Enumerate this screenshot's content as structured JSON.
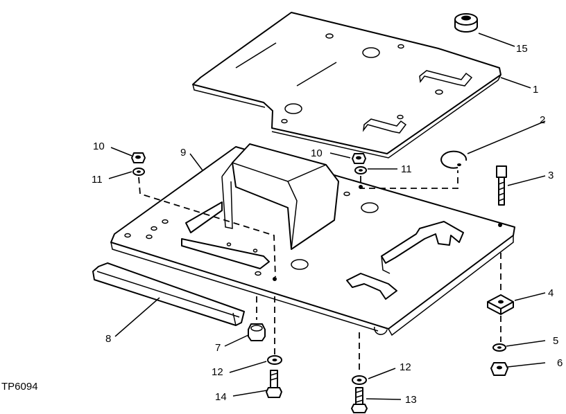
{
  "figure_id": "TP6094",
  "callouts": {
    "c1": "1",
    "c2": "2",
    "c3": "3",
    "c4": "4",
    "c5": "5",
    "c6": "6",
    "c7": "7",
    "c8": "8",
    "c9": "9",
    "c10a": "10",
    "c10b": "10",
    "c11a": "11",
    "c11b": "11",
    "c12a": "12",
    "c12b": "12",
    "c13": "13",
    "c14": "14",
    "c15": "15"
  },
  "colors": {
    "ink": "#000000",
    "paper": "#ffffff"
  }
}
